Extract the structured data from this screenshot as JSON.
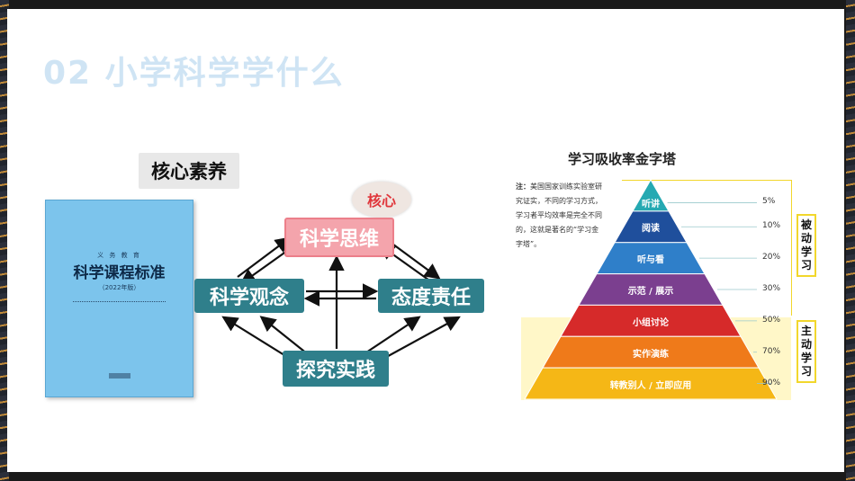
{
  "slide": {
    "title": "02  小学科学学什么"
  },
  "left": {
    "core_label": "核心素养",
    "core_badge": "核心",
    "book": {
      "series": "义 务 教 育",
      "title": "科学课程标准",
      "edition": "（2022年版）"
    },
    "nodes": {
      "thinking": "科学思维",
      "concept": "科学观念",
      "attitude": "态度责任",
      "practice": "探究实践"
    }
  },
  "right": {
    "title": "学习吸收率金字塔",
    "note_label": "注：",
    "note_text": "美国国家训练实验室研究证实，不同的学习方式，学习者平均效率是完全不同的，这就是著名的“学习金字塔”。",
    "levels": [
      {
        "label": "听讲",
        "pct": "5%",
        "color": "#25a9b2"
      },
      {
        "label": "阅读",
        "pct": "10%",
        "color": "#1f4f9c"
      },
      {
        "label": "听与看",
        "pct": "20%",
        "color": "#2f7fc9"
      },
      {
        "label": "示范 / 展示",
        "pct": "30%",
        "color": "#7b3f8f"
      },
      {
        "label": "小组讨论",
        "pct": "50%",
        "color": "#d62a2a"
      },
      {
        "label": "实作演练",
        "pct": "70%",
        "color": "#ef7a1a"
      },
      {
        "label": "转教别人 / 立即应用",
        "pct": "90%",
        "color": "#f5b716"
      }
    ],
    "passive_tag": "被动学习",
    "active_tag": "主动学习"
  }
}
